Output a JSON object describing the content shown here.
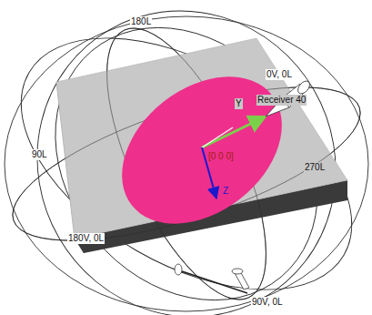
{
  "diagram": {
    "labels": [
      "180L",
      "0V, 0L",
      "Receiver 40",
      "Y",
      "90L",
      "[0 0 0]",
      "270L",
      "Z",
      "180V, 0L",
      "90V, 0L"
    ]
  }
}
